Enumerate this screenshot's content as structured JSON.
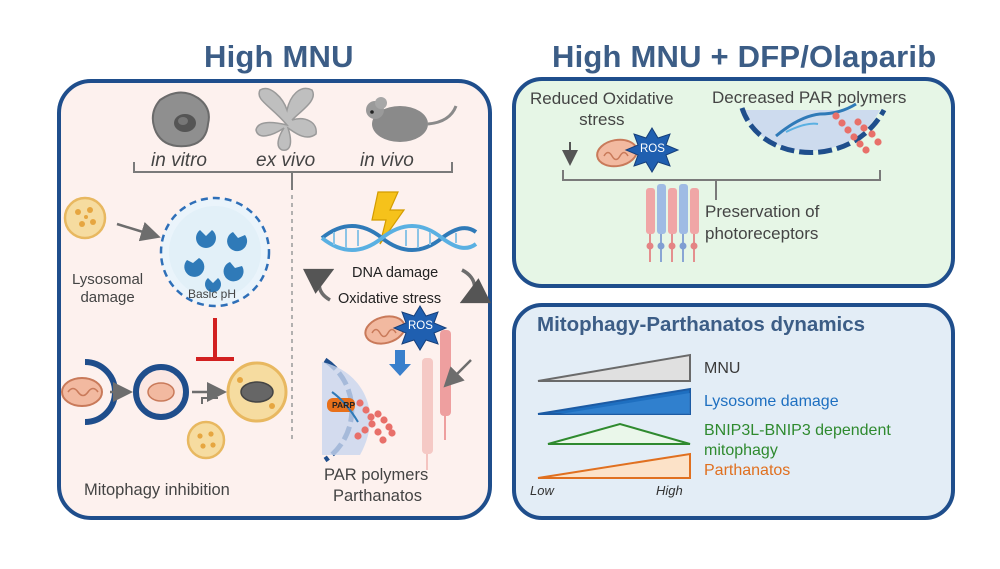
{
  "left_panel": {
    "title": "High MNU",
    "models": [
      "in vitro",
      "ex vivo",
      "in vivo"
    ],
    "lysosomal_damage": "Lysosomal\ndamage",
    "basic_ph": "Basic pH",
    "mitophagy_inhibition": "Mitophagy inhibition",
    "dna_damage": "DNA damage",
    "oxidative_stress": "Oxidative stress",
    "ros": "ROS",
    "parp": "PARP",
    "par_polymers": "PAR polymers",
    "parthanatos": "Parthanatos"
  },
  "right_top_panel": {
    "title": "High MNU + DFP/Olaparib",
    "reduced_oxidative_stress": "Reduced Oxidative\nstress",
    "decreased_par_polymers": "Decreased PAR polymers",
    "ros": "ROS",
    "preservation": "Preservation of\nphotoreceptors"
  },
  "right_bottom_panel": {
    "title": "Mitophagy-Parthanatos dynamics",
    "rows": [
      {
        "label": "MNU",
        "color": "#3a3a3a"
      },
      {
        "label": "Lysosome damage",
        "color": "#1e6fc0"
      },
      {
        "label": "BNIP3L-BNIP3 dependent\nmitophagy",
        "color": "#2f8a2f"
      },
      {
        "label": "Parthanatos",
        "color": "#e07020"
      }
    ],
    "low": "Low",
    "high": "High"
  },
  "colors": {
    "title": "#3c5d86",
    "border": "#1f4e8c",
    "left_bg": "#fdf1ee",
    "top_right_bg": "#e6f6e6",
    "bottom_right_bg": "#e3edf6"
  }
}
